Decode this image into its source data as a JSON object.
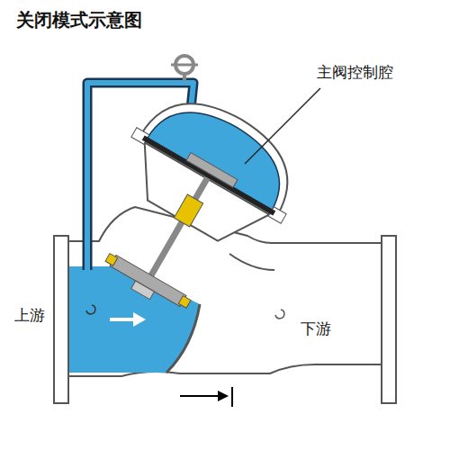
{
  "diagram": {
    "title": "关闭模式示意图",
    "labels": [
      "主阀控制腔",
      "上游",
      "下游"
    ]
  }
}
